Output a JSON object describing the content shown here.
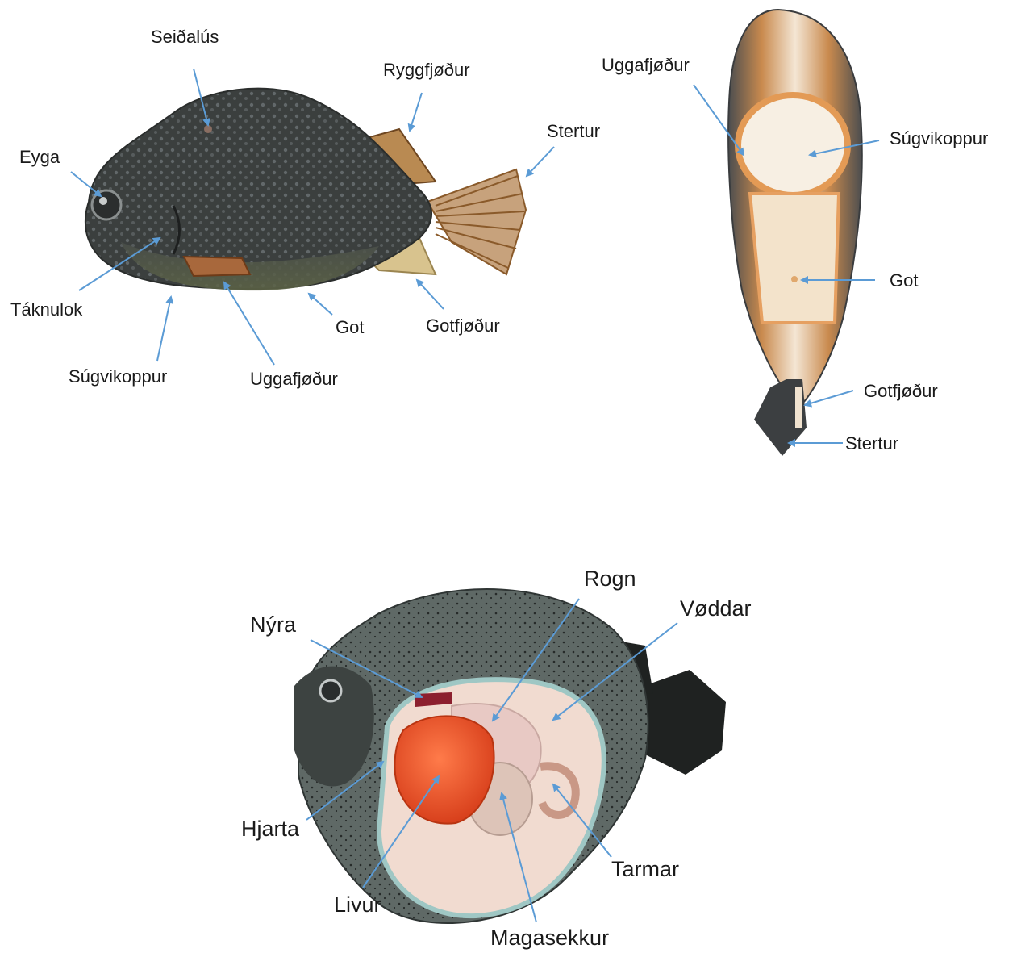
{
  "side_view": {
    "labels": {
      "seidalus": "Seiðalús",
      "ryggfjodur": "Ryggfjøður",
      "stertur": "Stertur",
      "eyga": "Eyga",
      "taknulok": "Táknulok",
      "got": "Got",
      "gotfjodur": "Gotfjøður",
      "sugvikoppur": "Súgvikoppur",
      "uggafjodur": "Uggafjøður"
    }
  },
  "ventral_view": {
    "labels": {
      "uggafjodur": "Uggafjøður",
      "sugvikoppur": "Súgvikoppur",
      "got": "Got",
      "gotfjodur": "Gotfjøður",
      "stertur": "Stertur"
    }
  },
  "dissection_view": {
    "labels": {
      "rogn": "Rogn",
      "voddar": "Vøddar",
      "nyra": "Nýra",
      "hjarta": "Hjarta",
      "tarmar": "Tarmar",
      "livur": "Livur",
      "magasekkur": "Magasekkur"
    }
  },
  "colors": {
    "arrow": "#5b9bd5",
    "skin_dark": "#3a3d3c",
    "fin_orange": "#b07a3a",
    "belly_light": "#f1e2cc",
    "liver_orange": "#e8532a"
  }
}
